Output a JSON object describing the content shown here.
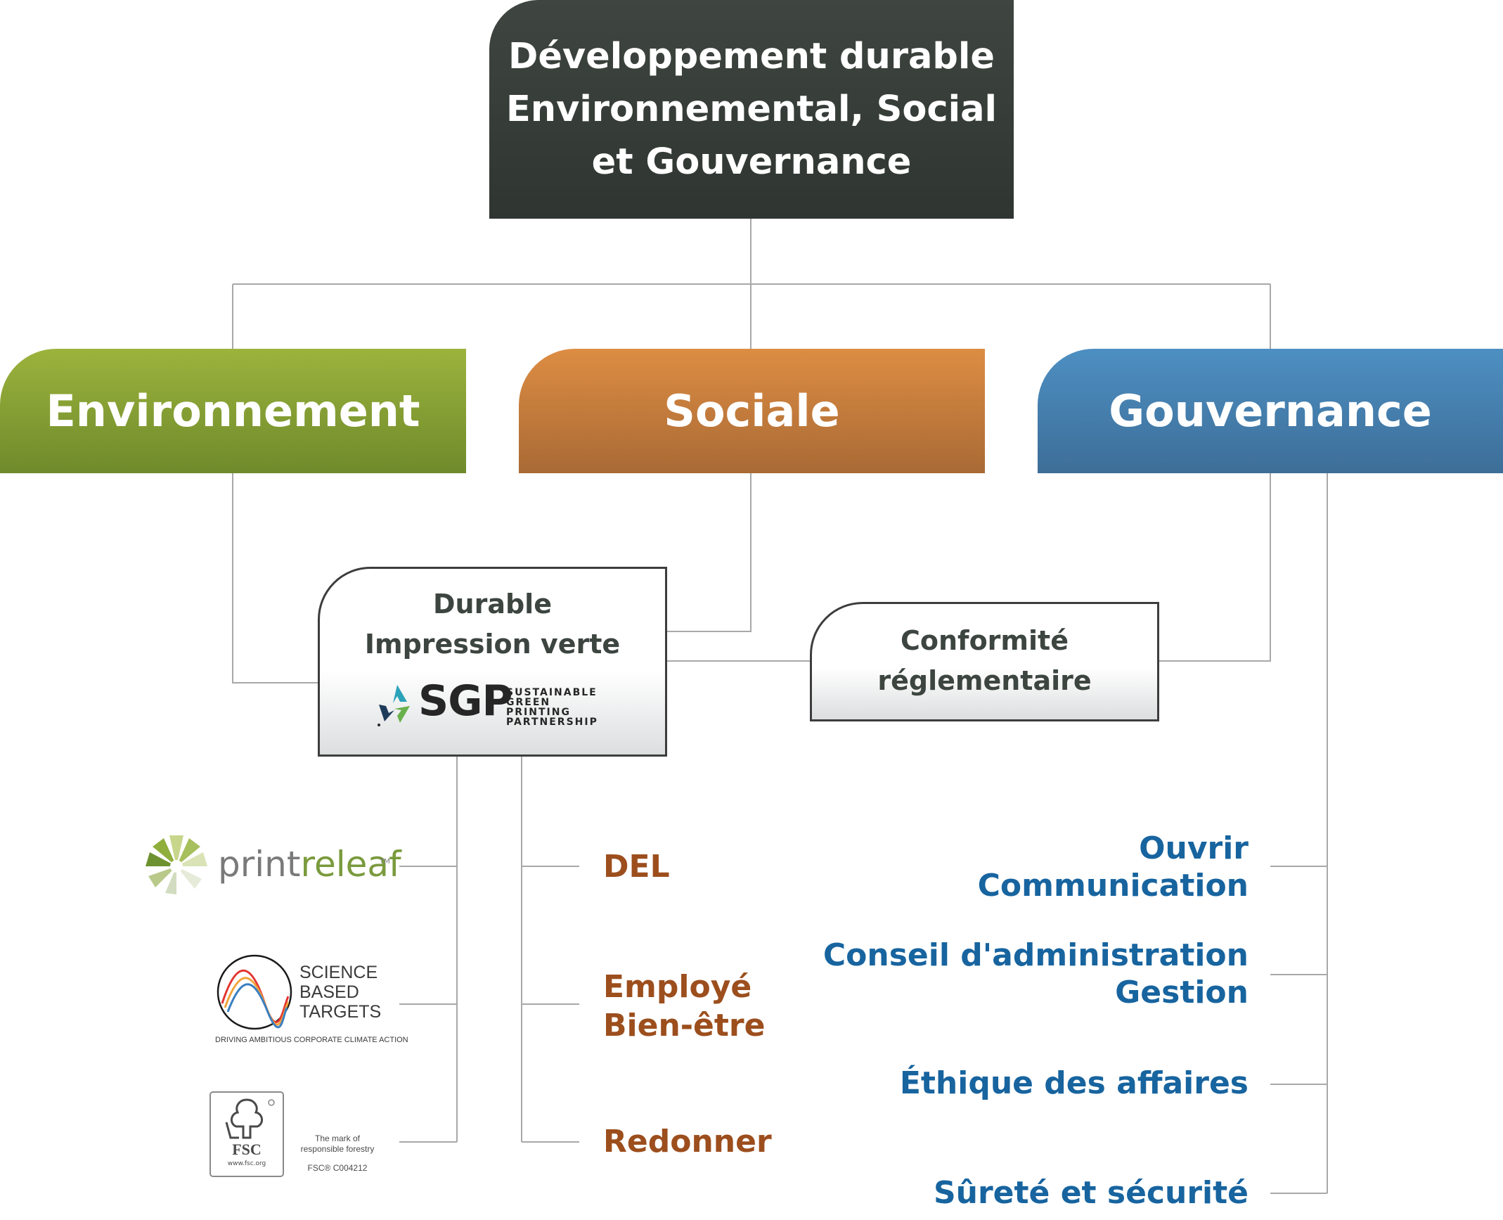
{
  "root": {
    "line1": "Développement durable",
    "line2": "Environnemental, Social",
    "line3": "et Gouvernance"
  },
  "categories": {
    "environment": "Environnement",
    "social": "Sociale",
    "governance": "Gouvernance"
  },
  "durable_box": {
    "line1": "Durable",
    "line2": "Impression verte",
    "sgp_logo": "SGP",
    "sgp_sub1": "SUSTAINABLE",
    "sgp_sub2": "GREEN PRINTING",
    "sgp_sub3": "PARTNERSHIP"
  },
  "compliance_box": {
    "line1": "Conformité",
    "line2": "réglementaire"
  },
  "environment_logos": {
    "printreleaf": {
      "print": "print",
      "releaf": "releaf",
      "tm": "TM"
    },
    "sbt": {
      "line1": "SCIENCE",
      "line2": "BASED",
      "line3": "TARGETS",
      "tagline": "DRIVING AMBITIOUS CORPORATE CLIMATE ACTION"
    },
    "fsc": {
      "label": "FSC",
      "url": "www.fsc.org",
      "mark1": "The mark of",
      "mark2": "responsible forestry",
      "code": "FSC® C004212"
    }
  },
  "social_items": {
    "del": "DEL",
    "employee_line1": "Employé",
    "employee_line2": "Bien-être",
    "give_back": "Redonner"
  },
  "governance_items": {
    "open_line1": "Ouvrir",
    "open_line2": "Communication",
    "board_line1": "Conseil d'administration",
    "board_line2": "Gestion",
    "ethics": "Éthique des affaires",
    "safety": "Sûreté et sécurité"
  },
  "colors": {
    "root": "#363c38",
    "environment": "#859f34",
    "social": "#c57a3c",
    "governance": "#4680b0",
    "social_text": "#9c4e1d",
    "governance_text": "#17649f",
    "connector": "#a8a8a8"
  }
}
